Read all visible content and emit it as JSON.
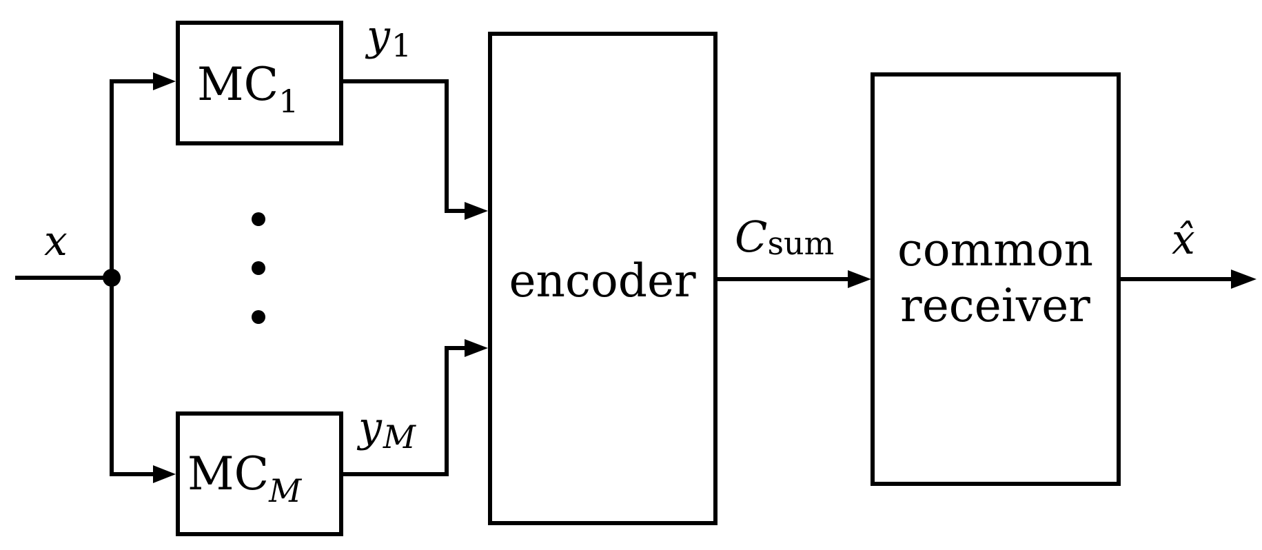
{
  "diagram": {
    "input": {
      "symbol": "x"
    },
    "mc_top": {
      "base": "MC",
      "subscript": "1"
    },
    "mc_bottom": {
      "base": "MC",
      "subscript": "M"
    },
    "y_top": {
      "symbol": "y",
      "subscript": "1"
    },
    "y_bottom": {
      "symbol": "y",
      "subscript": "M"
    },
    "encoder": {
      "label": "encoder"
    },
    "rate": {
      "symbol": "C",
      "subscript": "sum"
    },
    "receiver": {
      "line1": "common",
      "line2": "receiver"
    },
    "output": {
      "symbol": "x̂"
    }
  },
  "colors": {
    "stroke": "#000000",
    "background": "#ffffff"
  }
}
